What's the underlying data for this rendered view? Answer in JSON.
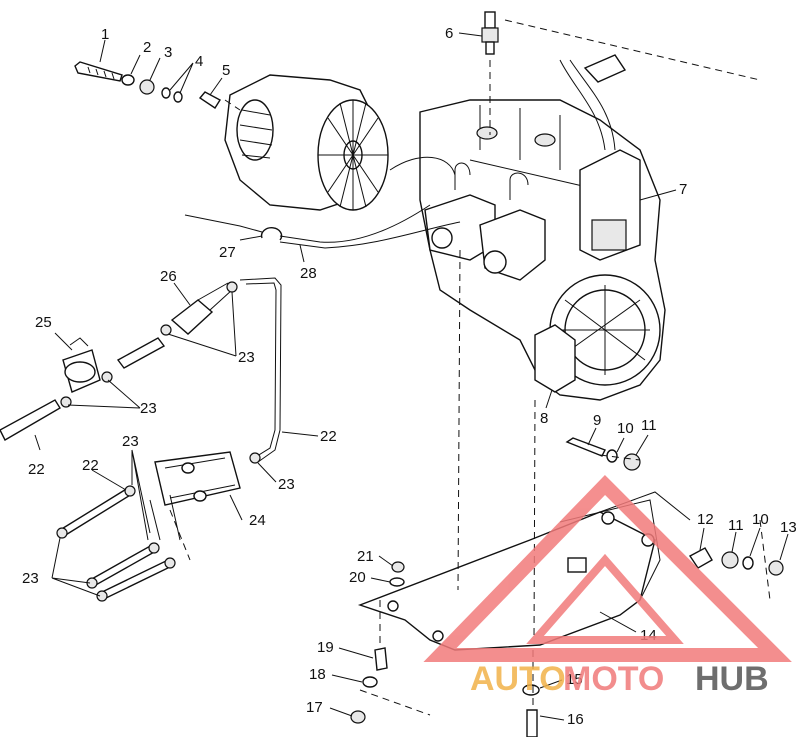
{
  "callouts": [
    "1",
    "2",
    "3",
    "4",
    "5",
    "6",
    "7",
    "8",
    "9",
    "10",
    "11",
    "12",
    "13",
    "14",
    "15",
    "16",
    "17",
    "18",
    "19",
    "20",
    "21",
    "22",
    "23",
    "24",
    "25",
    "26",
    "27",
    "28"
  ],
  "watermark": {
    "part1": "AUTO",
    "part2": "MOTO",
    "part3": "HUB"
  }
}
